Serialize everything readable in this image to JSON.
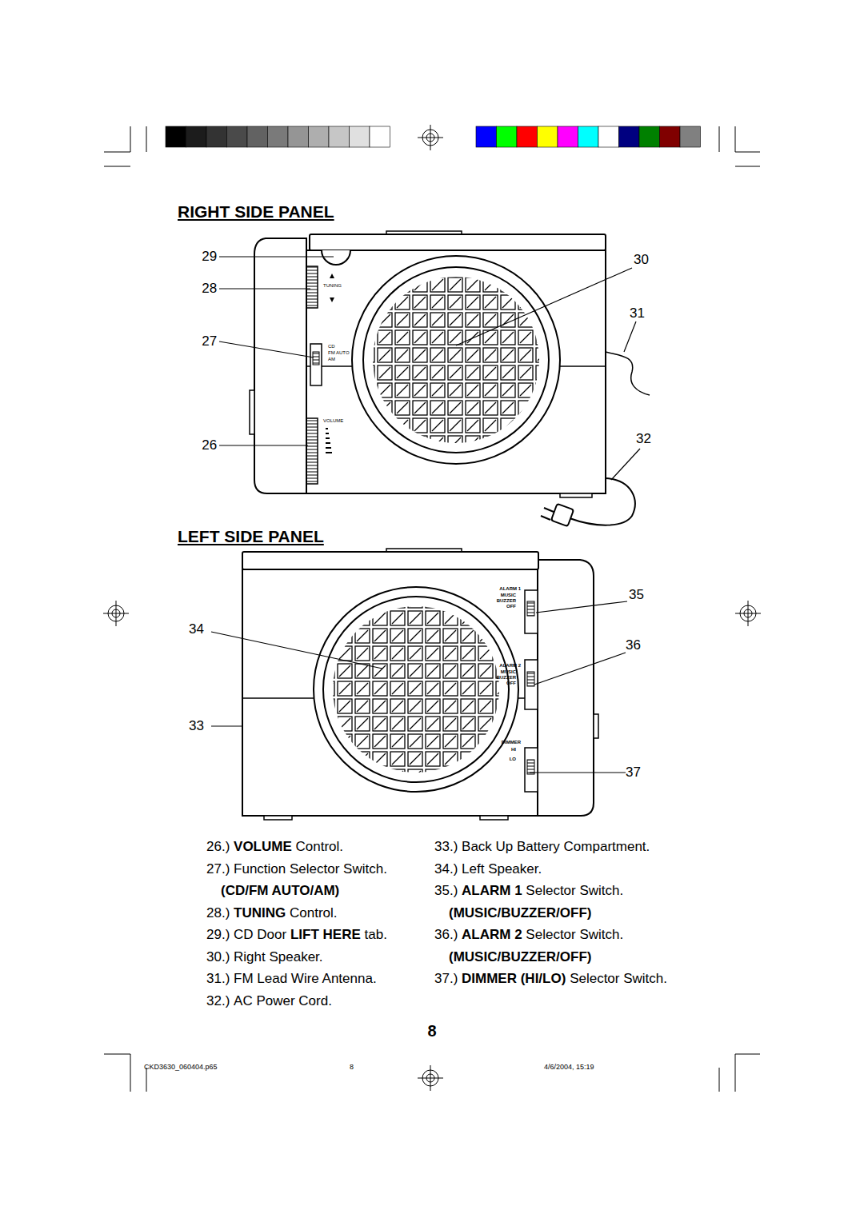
{
  "diagram": {
    "labels": [
      "RIGHT SIDE PANEL",
      "29",
      "28",
      "27",
      "26",
      "30",
      "31",
      "32",
      "TUNING",
      "CD",
      "FM AUTO",
      "AM",
      "VOLUME",
      "LEFT SIDE PANEL",
      "35",
      "34",
      "36",
      "33",
      "37",
      "ALARM 1",
      "MUSIC",
      "BUZZER",
      "OFF",
      "ALARM 2",
      "MUSIC",
      "BUZZER",
      "OFF",
      "DIMMER",
      "HI",
      "LO",
      "26.)",
      "VOLUME",
      "Control.",
      "27.)",
      "Function Selector Switch.",
      "(CD/FM AUTO/AM)",
      "28.)",
      "TUNING",
      "Control.",
      "29.)",
      "CD Door",
      "LIFT HERE",
      "tab.",
      "30.)",
      "Right Speaker.",
      "31.)",
      "FM Lead Wire Antenna.",
      "32.)",
      "AC Power Cord.",
      "33.)",
      "Back Up Battery Compartment.",
      "34.)",
      "Left Speaker.",
      "35.)",
      "ALARM 1",
      "Selector Switch.",
      "(MUSIC/BUZZER/OFF)",
      "36.)",
      "ALARM 2",
      "Selector Switch.",
      "(MUSIC/BUZZER/OFF)",
      "37.)",
      "DIMMER (HI/LO)",
      "Selector Switch.",
      "8",
      "CKD3630_060404.p65",
      "8",
      "4/6/2004, 15:19"
    ]
  }
}
